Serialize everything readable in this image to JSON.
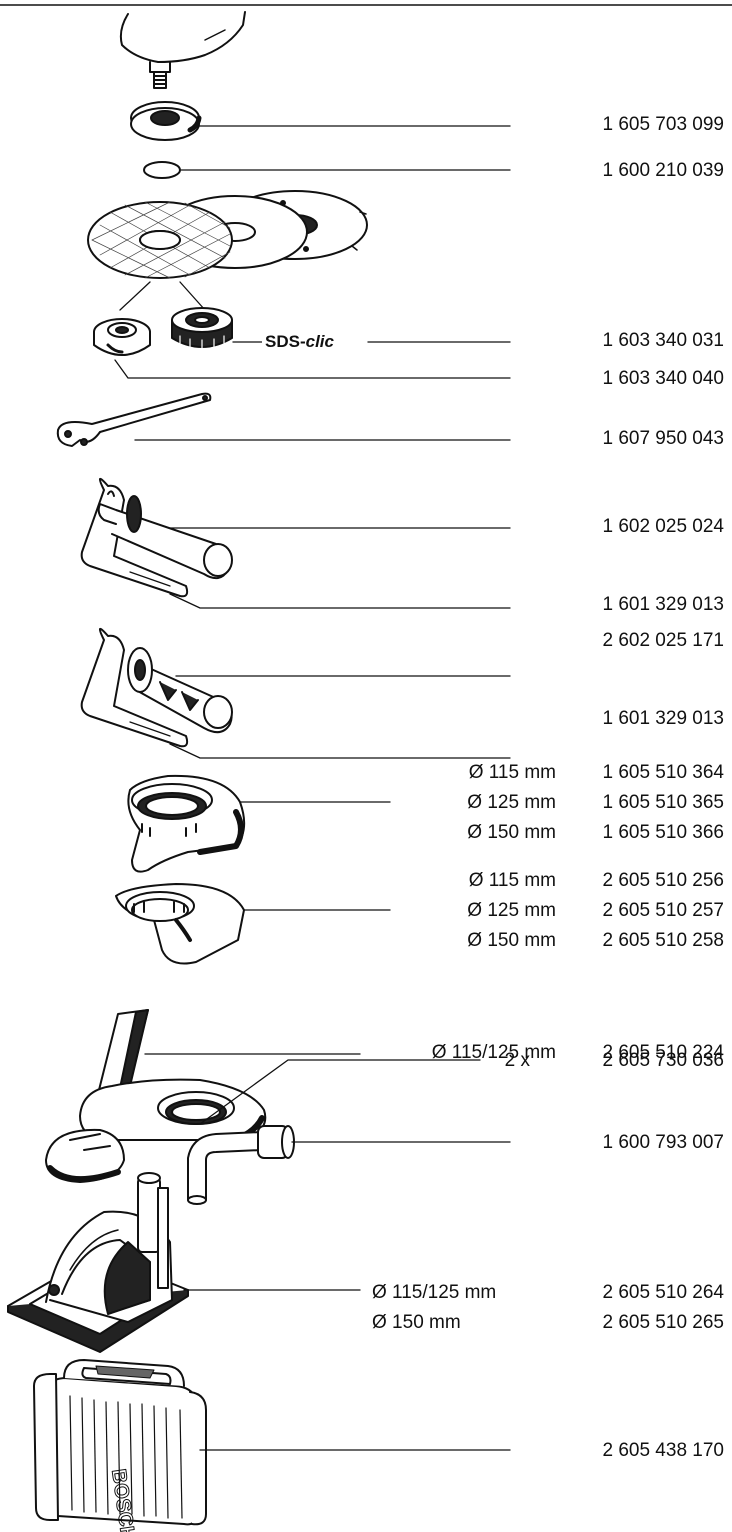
{
  "sds_label": {
    "prefix": "SDS-",
    "suffix": "clic"
  },
  "parts": {
    "p01": "1 605 703 099",
    "p02": "1 600 210 039",
    "p03": "1 603 340 031",
    "p04": "1 603 340 040",
    "p05": "1 607 950 043",
    "p06": "1 602 025 024",
    "p07": "1 601 329 013",
    "p08": "2 602 025 171",
    "p09": "1 601 329 013",
    "p10": "1 605 510 364",
    "p11": "1 605 510 365",
    "p12": "1 605 510 366",
    "p13": "2 605 510 256",
    "p14": "2 605 510 257",
    "p15": "2 605 510 258",
    "p16": "2 605 510 224",
    "p17": "2 605 730 036",
    "p18": "1 600 793 007",
    "p19": "2 605 510 264",
    "p20": "2 605 510 265",
    "p21": "2 605 438 170"
  },
  "dims": {
    "d10": "Ø 115 mm",
    "d11": "Ø 125 mm",
    "d12": "Ø 150 mm",
    "d13": "Ø 115 mm",
    "d14": "Ø 125 mm",
    "d15": "Ø 150 mm",
    "d16": "Ø 115/125 mm",
    "d17": "2 x",
    "d19": "Ø 115/125 mm",
    "d20": "Ø 150 mm"
  },
  "case_brand": "BOSCH"
}
